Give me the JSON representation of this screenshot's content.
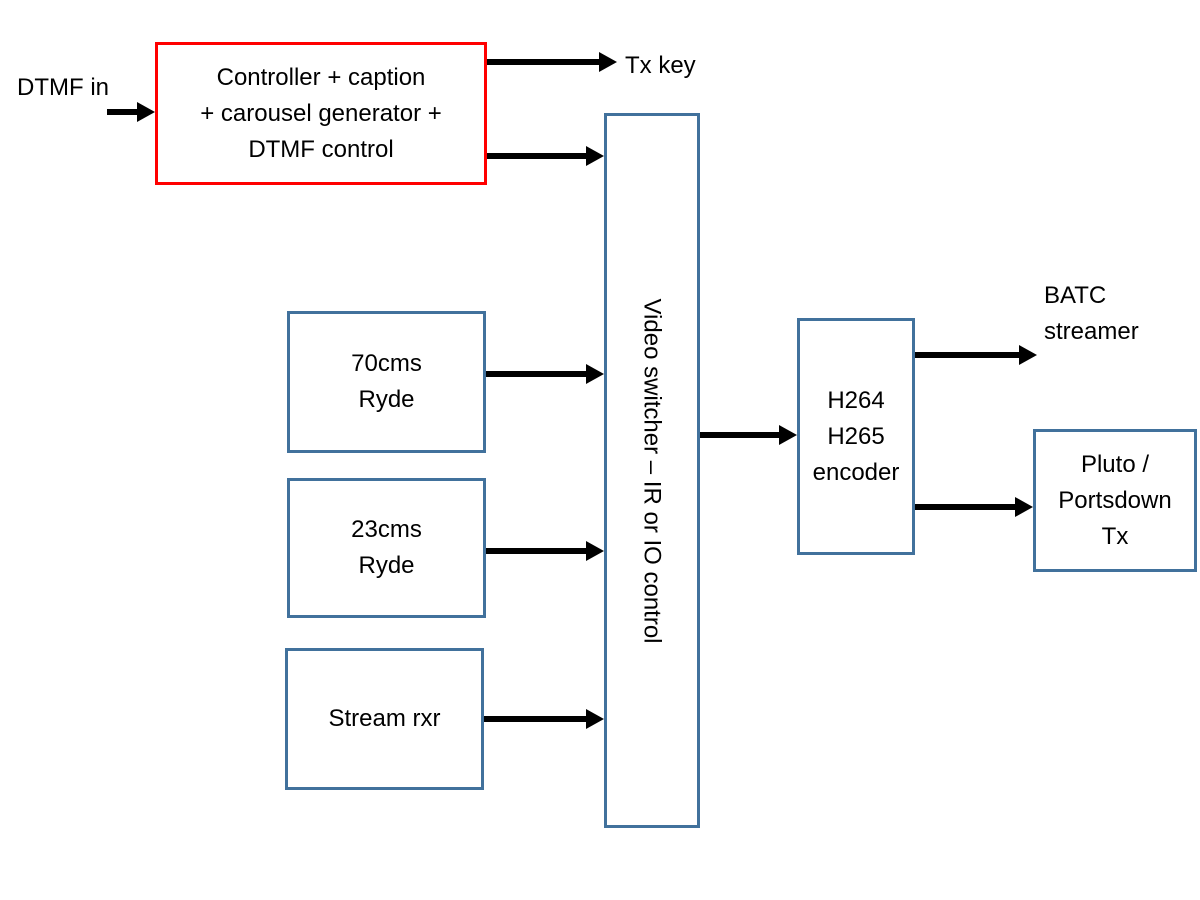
{
  "nodes": {
    "controller": {
      "lines": [
        "Controller + caption",
        "+ carousel generator +",
        "DTMF control"
      ],
      "border_color": "#FF0000"
    },
    "video_switcher": {
      "label": "Video switcher – IR or IO control",
      "border_color": "#41719C"
    },
    "ryde70": {
      "lines": [
        "70cms",
        "Ryde"
      ],
      "border_color": "#41719C"
    },
    "ryde23": {
      "lines": [
        "23cms",
        "Ryde"
      ],
      "border_color": "#41719C"
    },
    "stream_rxr": {
      "lines": [
        "Stream rxr"
      ],
      "border_color": "#41719C"
    },
    "encoder": {
      "lines": [
        "H264",
        "H265",
        "encoder"
      ],
      "border_color": "#41719C"
    },
    "pluto_tx": {
      "lines": [
        "Pluto /",
        "Portsdown",
        "Tx"
      ],
      "border_color": "#41719C"
    }
  },
  "labels": {
    "dtmf_in": "DTMF in",
    "tx_key": "Tx key",
    "batc": {
      "lines": [
        "BATC",
        "streamer"
      ]
    }
  },
  "connections": [
    {
      "from": "DTMF in",
      "to": "Controller + caption + carousel generator + DTMF control"
    },
    {
      "from": "Controller + caption + carousel generator + DTMF control",
      "to": "Tx key"
    },
    {
      "from": "Controller + caption + carousel generator + DTMF control",
      "to": "Video switcher – IR or IO control"
    },
    {
      "from": "70cms Ryde",
      "to": "Video switcher – IR or IO control"
    },
    {
      "from": "23cms Ryde",
      "to": "Video switcher – IR or IO control"
    },
    {
      "from": "Stream rxr",
      "to": "Video switcher – IR or IO control"
    },
    {
      "from": "Video switcher – IR or IO control",
      "to": "H264 H265 encoder"
    },
    {
      "from": "H264 H265 encoder",
      "to": "BATC streamer"
    },
    {
      "from": "H264 H265 encoder",
      "to": "Pluto / Portsdown Tx"
    }
  ],
  "colors": {
    "background": "#FFFFFF",
    "text": "#000000",
    "arrow": "#000000",
    "box_border_blue": "#41719C",
    "box_border_red": "#FF0000"
  }
}
